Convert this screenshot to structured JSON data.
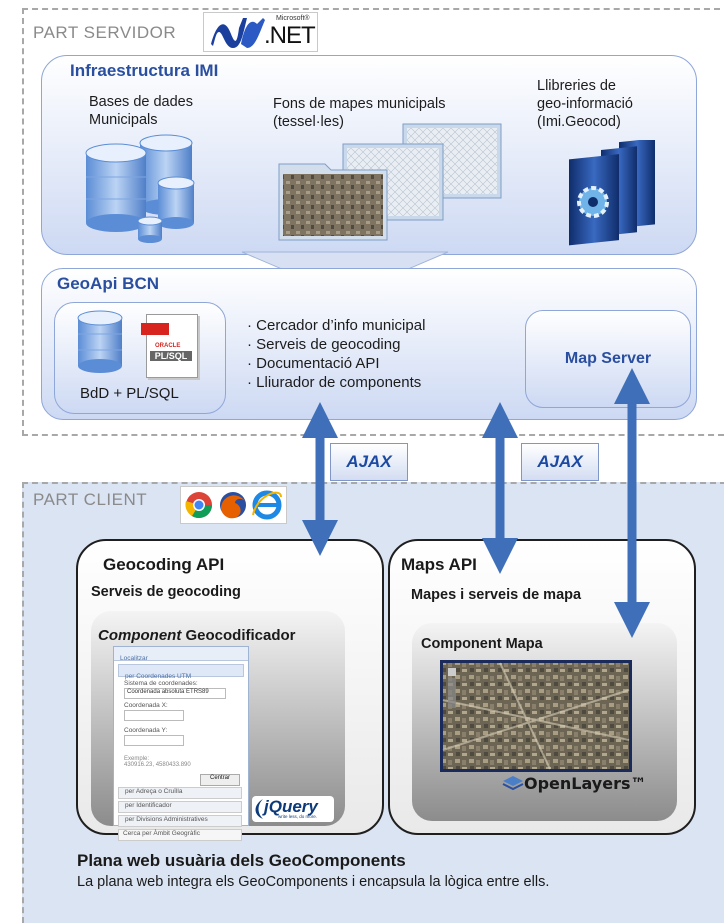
{
  "server": {
    "label": "PART SERVIDOR",
    "net_logo": {
      "small": "Microsoft®",
      "big": ".NET"
    },
    "infra": {
      "title": "Infraestructura IMI",
      "db_label": "Bases de dades\nMunicipals",
      "maps_label": "Fons de mapes municipals\n(tessel·les)",
      "libs_label": "Llibreries de\ngeo-informació\n(Imi.Geocod)"
    },
    "geoapi": {
      "title": "GeoApi BCN",
      "bdd_label": "BdD + PL/SQL",
      "plsql_icon_text": "PL/SQL",
      "plsql_small": "ORACLE",
      "services": [
        "· Cercador d’info municipal",
        "· Serveis de geocoding",
        "· Documentació API",
        "· Lliurador de components"
      ],
      "map_server": "Map Server"
    }
  },
  "ajax_label": "AJAX",
  "client": {
    "label": "PART CLIENT",
    "geocoding": {
      "title": "Geocoding API",
      "subtitle": "Serveis de geocoding",
      "component_title_italic": "Component",
      "component_title_rest": "Geocodificador",
      "form": {
        "header": "Localitzar",
        "utm_tab": "per Coordenades UTM",
        "system_label": "Sistema de coordenades:",
        "system_value": "Coordenada absoluta ETRS89",
        "x_label": "Coordenada X:",
        "y_label": "Coordenada Y:",
        "example": "Exemple:\n430916.23, 4580433.890",
        "button": "Centrar",
        "rows": [
          "per Adreça o Cruïlla",
          "per Identificador",
          "per Divisions Administratives",
          "Cerca per Àmbit Geogràfic"
        ]
      },
      "jquery": "jQuery",
      "jquery_sub": "write less, do more."
    },
    "maps": {
      "title": "Maps API",
      "subtitle": "Mapes i serveis de mapa",
      "component": "Component Mapa",
      "openlayers": "OpenLayers™"
    },
    "web": {
      "title": "Plana web usuària dels GeoComponents",
      "desc": "La plana web integra els GeoComponents i encapsula la lògica entre ells."
    }
  },
  "colors": {
    "arrow": "#3f6fb8",
    "title_blue": "#2a4fa0",
    "section_gray": "#8a8a8a"
  }
}
